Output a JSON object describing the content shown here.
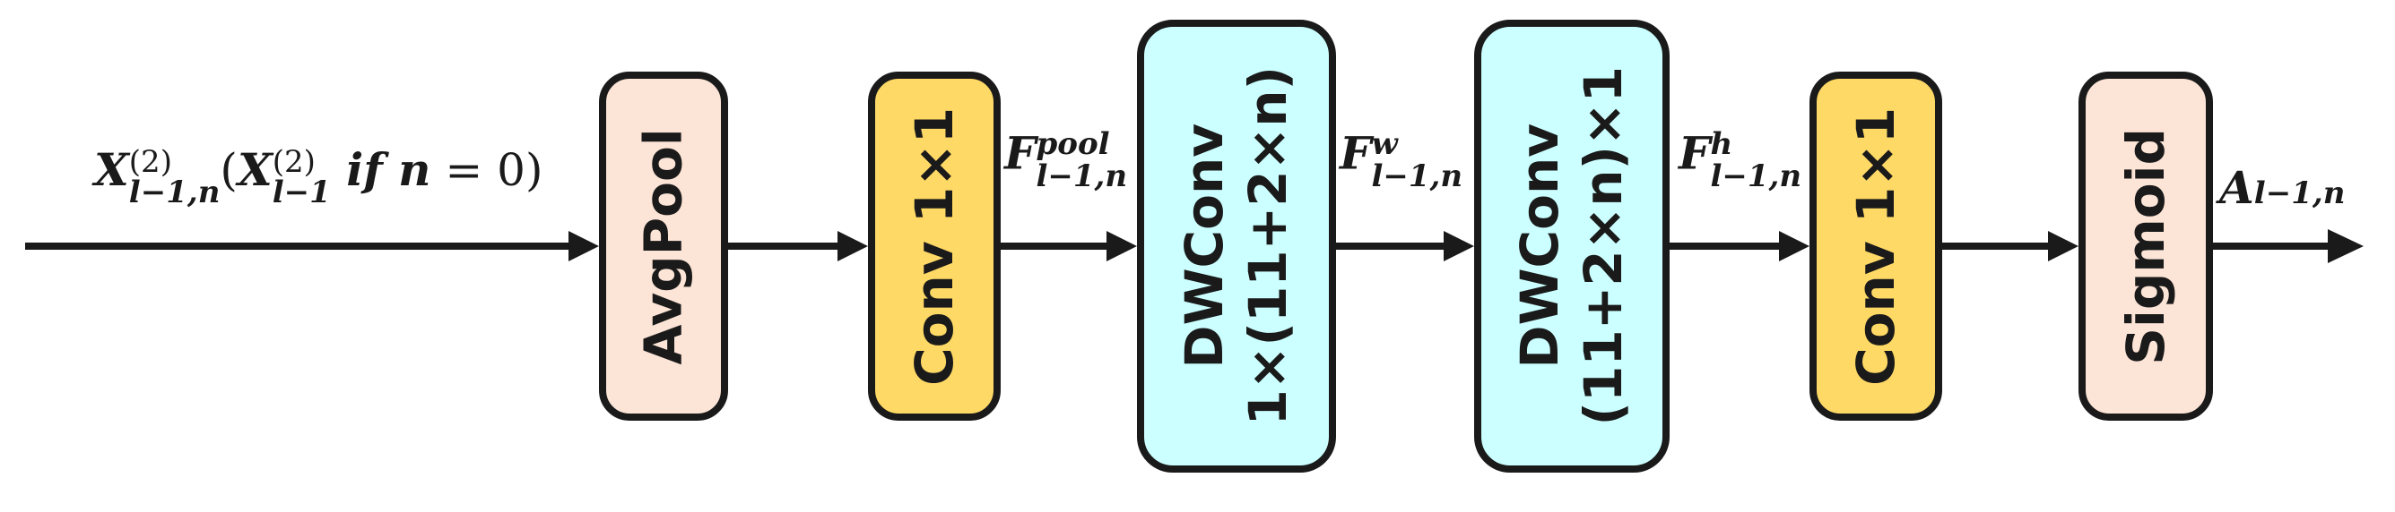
{
  "colors": {
    "peach": "#fce4d6",
    "yellow": "#ffd966",
    "cyan": "#ccffff",
    "stroke": "#1a1a1a"
  },
  "blocks": [
    {
      "id": "avgpool",
      "lines": [
        "AvgPool"
      ],
      "fill": "peach"
    },
    {
      "id": "conv1",
      "lines": [
        "Conv 1×1"
      ],
      "fill": "yellow"
    },
    {
      "id": "dwconv1",
      "lines": [
        "DWConv",
        "1×(11+2×n)"
      ],
      "fill": "cyan"
    },
    {
      "id": "dwconv2",
      "lines": [
        "DWConv",
        "(11+2×n)×1"
      ],
      "fill": "cyan"
    },
    {
      "id": "conv2",
      "lines": [
        "Conv 1×1"
      ],
      "fill": "yellow"
    },
    {
      "id": "sigmoid",
      "lines": [
        "Sigmoid"
      ],
      "fill": "peach"
    }
  ],
  "labels": {
    "input": {
      "X": "X",
      "sup": "(2)",
      "sub": "l−1,n",
      "open": "(",
      "X2": "X",
      "sup2": "(2)",
      "sub2": "l−1",
      "cond": " if n",
      "eq": " = 0)"
    },
    "f_pool": {
      "base": "F",
      "sup": "pool",
      "sub": "l−1,n"
    },
    "f_w": {
      "base": "F",
      "sup": "w",
      "sub": "l−1,n"
    },
    "f_h": {
      "base": "F",
      "sup": "h",
      "sub": "l−1,n"
    },
    "output": {
      "base": "A",
      "sub": "l−1,n"
    }
  }
}
